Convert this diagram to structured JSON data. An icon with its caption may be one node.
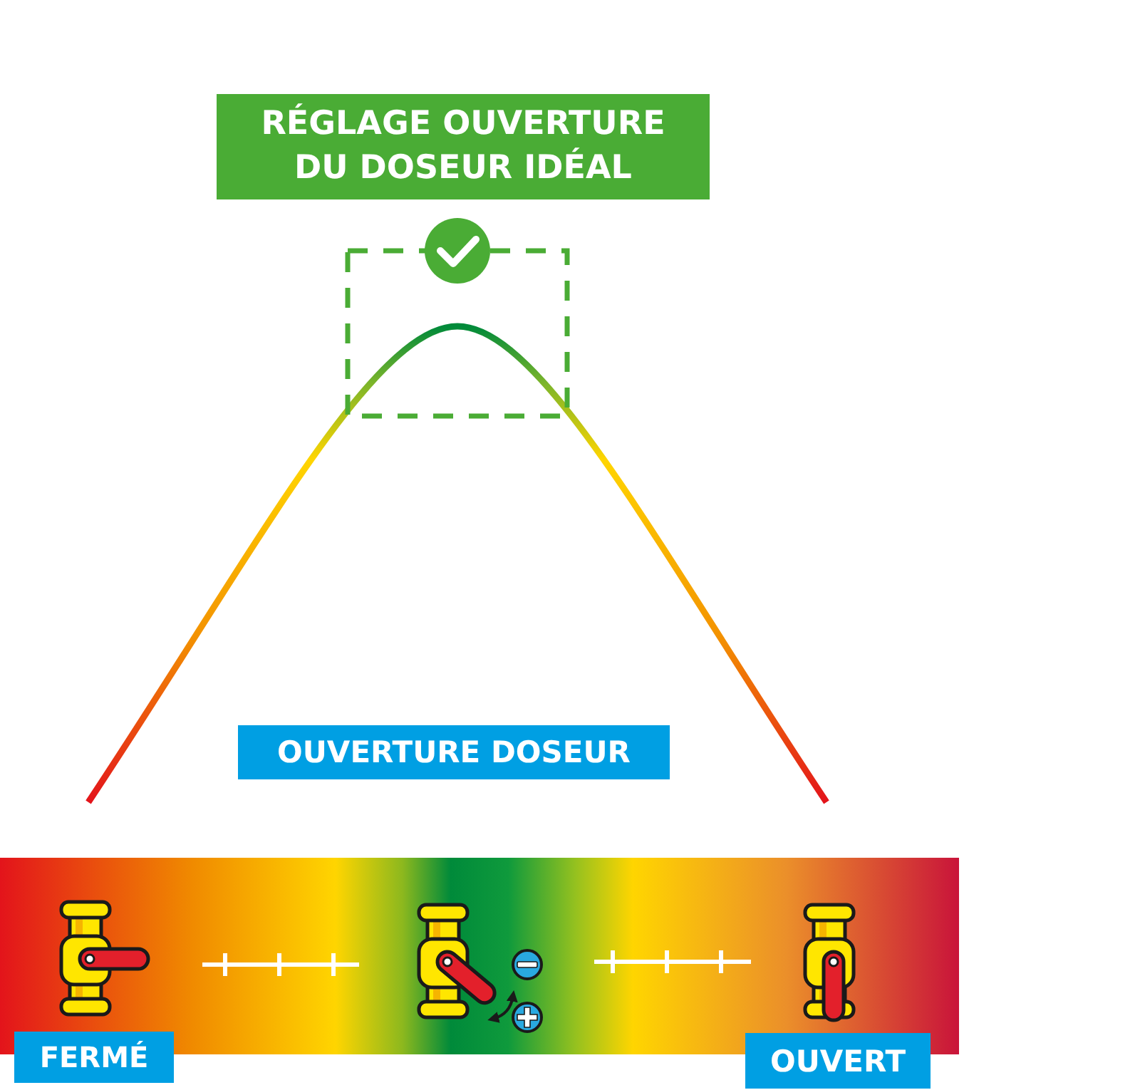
{
  "diagram": {
    "nodes": [
      {
        "text": [
          "RÉGLAGE OUVERTURE DU DOSEUR IDÉAL"
        ]
      },
      {
        "text": [
          "OUVERTURE DOSEUR"
        ]
      },
      {
        "text": [
          "FERMÉ"
        ]
      },
      {
        "text": [
          "OUVERT"
        ]
      }
    ]
  }
}
